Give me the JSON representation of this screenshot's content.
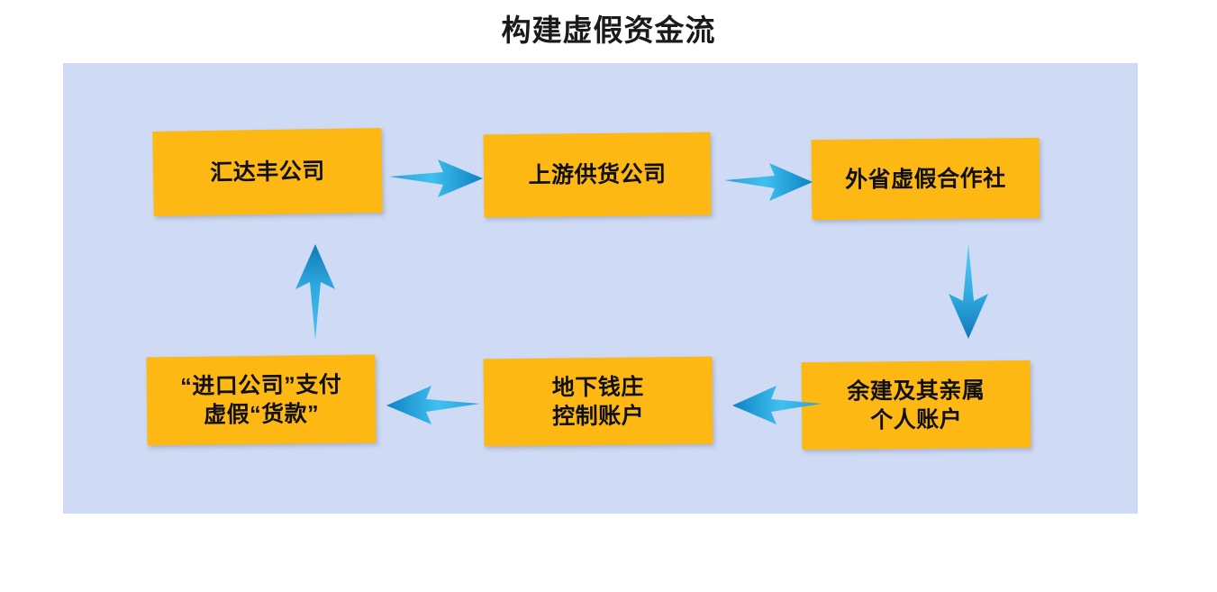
{
  "title": "构建虚假资金流",
  "colors": {
    "page_background": "#ffffff",
    "canvas_background": "#cfdaf5",
    "node_fill": "#fdb813",
    "node_text": "#101010",
    "arrow_light": "#35b7e8",
    "arrow_dark": "#1079b8",
    "title_text": "#1a1a1a"
  },
  "diagram": {
    "type": "flowchart",
    "layout": "two-row cycle, top row flows left-to-right, bottom row flows right-to-left",
    "nodes": [
      {
        "id": "huidafeng",
        "lines": [
          "汇达丰公司"
        ],
        "row": "top",
        "column": 1
      },
      {
        "id": "supplier",
        "lines": [
          "上游供货公司"
        ],
        "row": "top",
        "column": 2
      },
      {
        "id": "coop",
        "lines": [
          "外省虚假合作社"
        ],
        "row": "top",
        "column": 3
      },
      {
        "id": "personal",
        "lines": [
          "余建及其亲属",
          "个人账户"
        ],
        "row": "bottom",
        "column": 3
      },
      {
        "id": "underground",
        "lines": [
          "地下钱庄",
          "控制账户"
        ],
        "row": "bottom",
        "column": 2
      },
      {
        "id": "import-pay",
        "lines": [
          "“进口公司”支付",
          "虚假“货款”"
        ],
        "row": "bottom",
        "column": 1
      }
    ],
    "edges": [
      {
        "id": "arrow-1",
        "from": "huidafeng",
        "to": "supplier",
        "direction": "right"
      },
      {
        "id": "arrow-2",
        "from": "supplier",
        "to": "coop",
        "direction": "right"
      },
      {
        "id": "arrow-3",
        "from": "coop",
        "to": "personal",
        "direction": "down"
      },
      {
        "id": "arrow-4",
        "from": "personal",
        "to": "underground",
        "direction": "left"
      },
      {
        "id": "arrow-5",
        "from": "underground",
        "to": "import-pay",
        "direction": "left"
      },
      {
        "id": "arrow-6",
        "from": "import-pay",
        "to": "huidafeng",
        "direction": "up"
      }
    ]
  }
}
